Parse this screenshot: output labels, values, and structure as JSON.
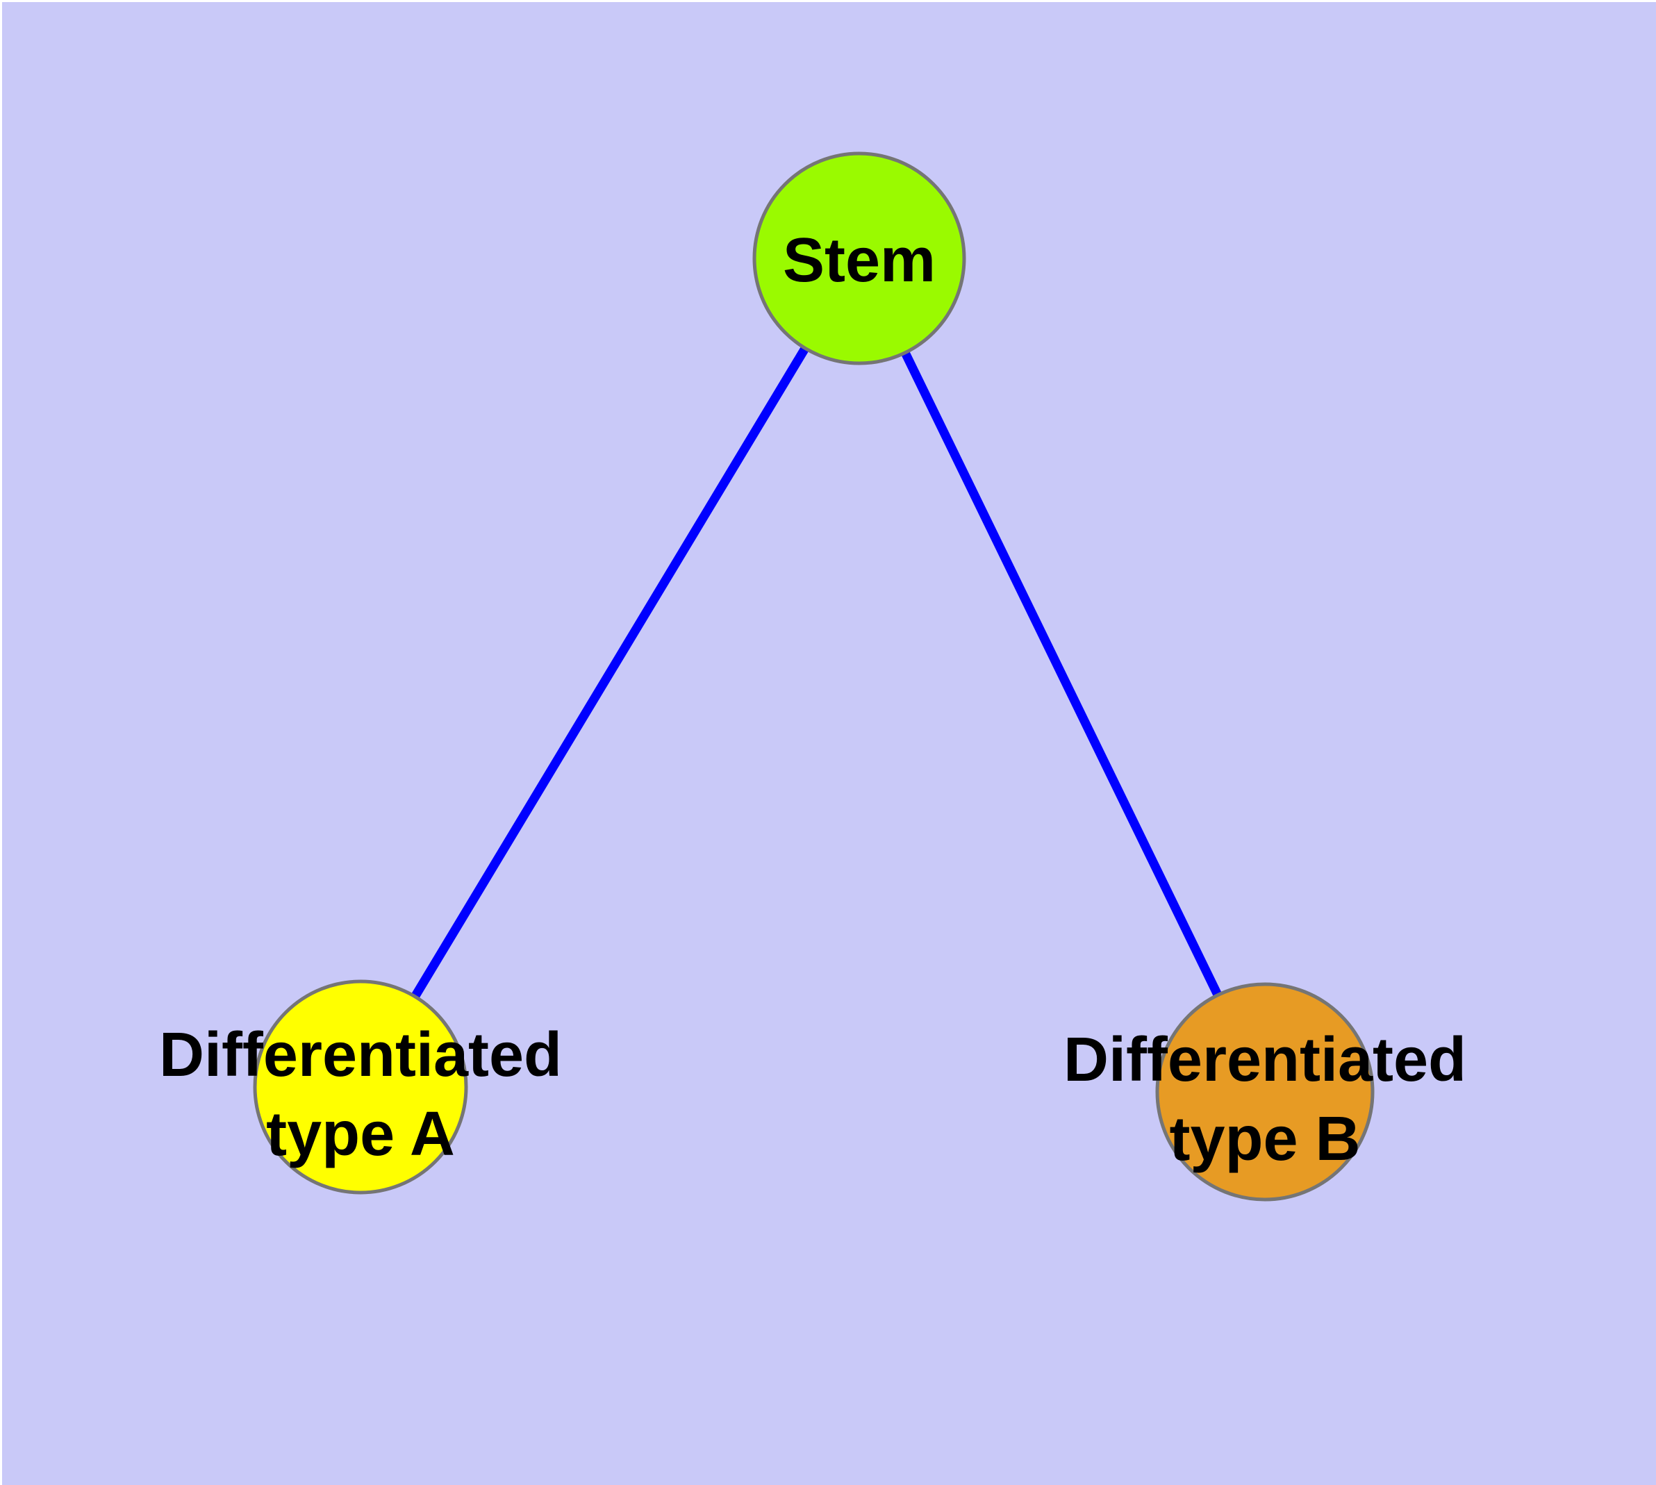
{
  "diagram": {
    "type": "graph",
    "background_color": "#C9C9F8",
    "page_margin_color": "#FFFFFF",
    "edge_color": "#0000FF",
    "node_border_color": "#757575",
    "label_color": "#000000",
    "nodes": [
      {
        "id": "stem",
        "label": "Stem",
        "label_lines": [
          "Stem"
        ],
        "fill": "#9AFA00"
      },
      {
        "id": "differentiated-type-a",
        "label": "Differentiated type A",
        "label_lines": [
          "Differentiated",
          "type A"
        ],
        "fill": "#FFFF00"
      },
      {
        "id": "differentiated-type-b",
        "label": "Differentiated type B",
        "label_lines": [
          "Differentiated",
          "type B"
        ],
        "fill": "#E79B24"
      }
    ],
    "edges": [
      {
        "from": "Stem",
        "to": "Differentiated type A"
      },
      {
        "from": "Stem",
        "to": "Differentiated type B"
      }
    ]
  }
}
